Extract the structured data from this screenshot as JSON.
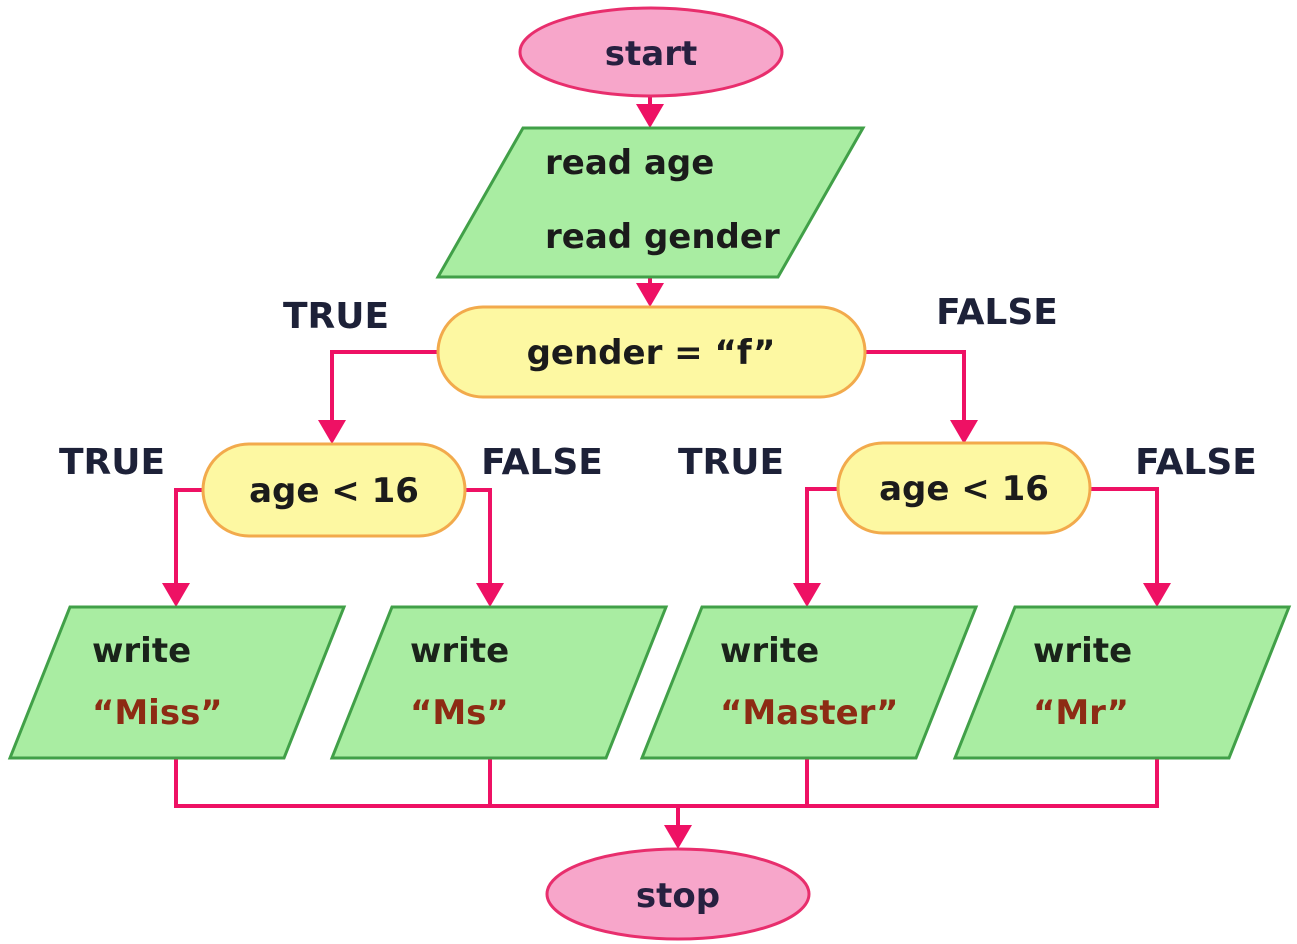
{
  "diagram": {
    "type": "flowchart",
    "background": "#ffffff",
    "colors": {
      "terminator_fill": "#f7a6ca",
      "terminator_stroke": "#e82e6d",
      "io_fill": "#a9eda2",
      "io_stroke": "#41a048",
      "decision_fill": "#fdf8a2",
      "decision_stroke": "#f2aa4c",
      "connector": "#ee1164",
      "branch_label_color": "#1d2138",
      "node_text_color": "#1b1b1b",
      "output_value_color": "#8d2b14"
    },
    "nodes": {
      "start": {
        "type": "terminator",
        "label": "start"
      },
      "read_input": {
        "type": "io",
        "line1": "read age",
        "line2": "read gender"
      },
      "gender_check": {
        "type": "decision",
        "label": "gender = “f”"
      },
      "age_check_left": {
        "type": "decision",
        "label": "age < 16"
      },
      "age_check_right": {
        "type": "decision",
        "label": "age < 16"
      },
      "write_miss": {
        "type": "io",
        "line1": "write",
        "line2": "“Miss”"
      },
      "write_ms": {
        "type": "io",
        "line1": "write",
        "line2": "“Ms”"
      },
      "write_master": {
        "type": "io",
        "line1": "write",
        "line2": "“Master”"
      },
      "write_mr": {
        "type": "io",
        "line1": "write",
        "line2": "“Mr”"
      },
      "stop": {
        "type": "terminator",
        "label": "stop"
      }
    },
    "edges": [
      {
        "from": "start",
        "to": "read_input",
        "label": ""
      },
      {
        "from": "read_input",
        "to": "gender_check",
        "label": ""
      },
      {
        "from": "gender_check",
        "to": "age_check_left",
        "label": "TRUE"
      },
      {
        "from": "gender_check",
        "to": "age_check_right",
        "label": "FALSE"
      },
      {
        "from": "age_check_left",
        "to": "write_miss",
        "label": "TRUE"
      },
      {
        "from": "age_check_left",
        "to": "write_ms",
        "label": "FALSE"
      },
      {
        "from": "age_check_right",
        "to": "write_master",
        "label": "TRUE"
      },
      {
        "from": "age_check_right",
        "to": "write_mr",
        "label": "FALSE"
      },
      {
        "from": "write_miss",
        "to": "stop",
        "label": ""
      },
      {
        "from": "write_ms",
        "to": "stop",
        "label": ""
      },
      {
        "from": "write_master",
        "to": "stop",
        "label": ""
      },
      {
        "from": "write_mr",
        "to": "stop",
        "label": ""
      }
    ]
  }
}
